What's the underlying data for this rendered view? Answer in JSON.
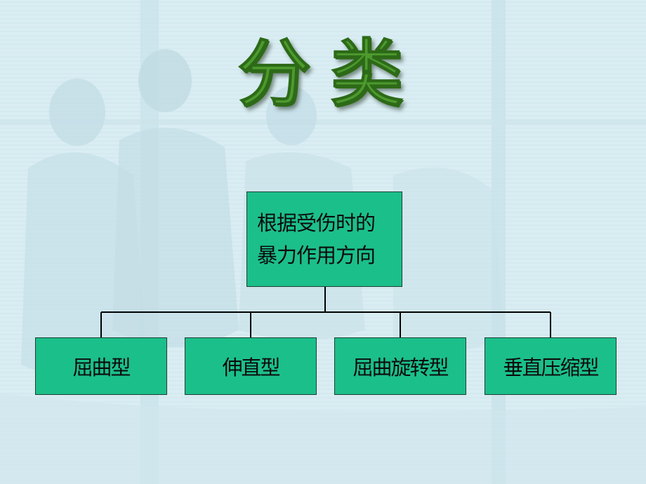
{
  "title": "分类",
  "root": {
    "line1": "根据受伤时的",
    "line2": "暴力作用方向"
  },
  "children": [
    {
      "label": "屈曲型"
    },
    {
      "label": "伸直型"
    },
    {
      "label": "屈曲旋转型"
    },
    {
      "label": "垂直压缩型"
    }
  ],
  "colors": {
    "box_fill": "#1bbf8a",
    "title_green": "#4d9a2e",
    "background": "#dbeef4"
  }
}
